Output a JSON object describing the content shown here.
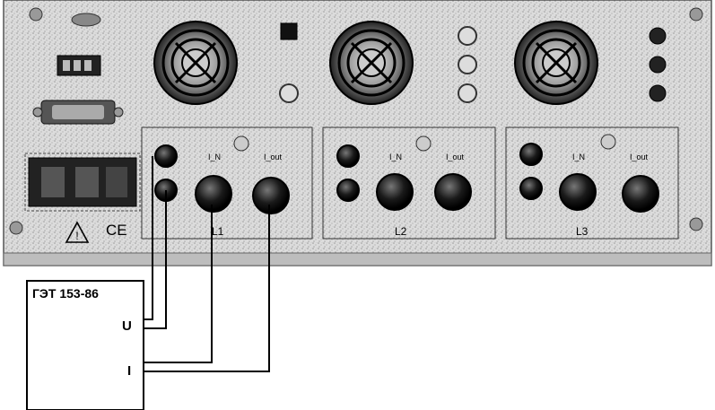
{
  "reference_box": {
    "title": "ГЭТ 153-86",
    "voltage_terminal": "U",
    "current_terminal": "I"
  },
  "channels": [
    {
      "label": "L1",
      "input_label": "I_N",
      "output_label": "I_out"
    },
    {
      "label": "L2",
      "input_label": "I_N",
      "output_label": "I_out"
    },
    {
      "label": "L3",
      "input_label": "I_N",
      "output_label": "I_out"
    }
  ],
  "panel": {
    "ce_mark": "CE",
    "warning_symbol": "!"
  }
}
